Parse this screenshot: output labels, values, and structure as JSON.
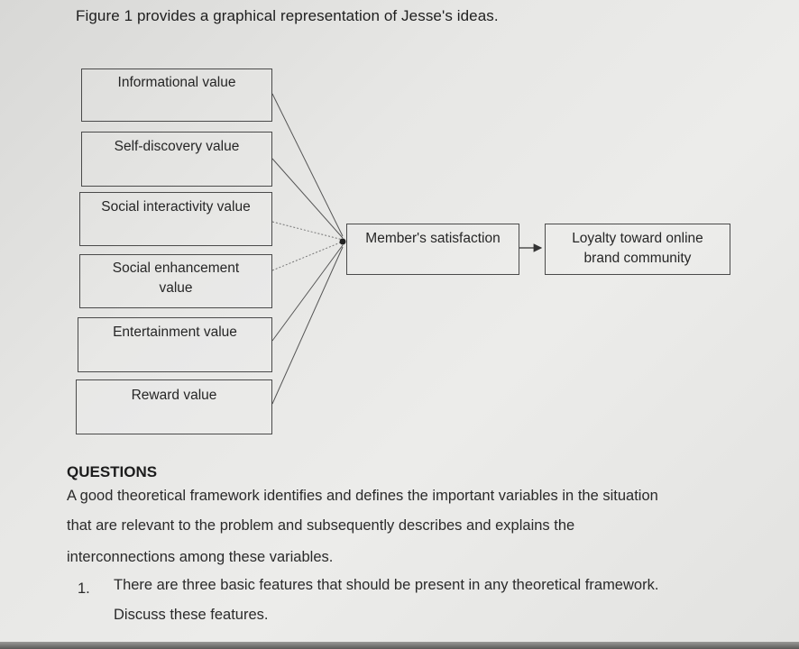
{
  "figure_caption": "Figure 1 provides a graphical representation of Jesse's ideas.",
  "diagram": {
    "inputs": [
      "Informational value",
      "Self-discovery value",
      "Social interactivity value",
      "Social enhancement value",
      "Entertainment value",
      "Reward value"
    ],
    "mediator": "Member's satisfaction",
    "outcome": "Loyalty toward online brand community"
  },
  "questions": {
    "heading": "QUESTIONS",
    "paragraph_lines": [
      "A good theoretical framework identifies and defines the important variables in the situation",
      "that are relevant to the problem and subsequently describes and explains the",
      "interconnections among these variables."
    ],
    "item_number": "1.",
    "item_lines": [
      "There are three basic features that should be present in any theoretical framework.",
      "Discuss these features."
    ]
  }
}
